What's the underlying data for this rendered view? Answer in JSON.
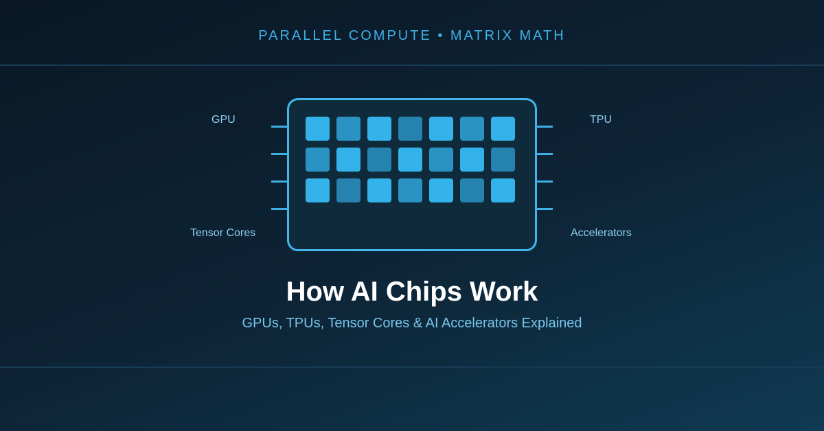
{
  "header": {
    "tagline": "PARALLEL COMPUTE • MATRIX MATH"
  },
  "chip_labels": {
    "top_left": "GPU",
    "top_right": "TPU",
    "bottom_left": "Tensor Cores",
    "bottom_right": "Accelerators"
  },
  "title": {
    "main": "How AI Chips Work",
    "subtitle": "GPUs, TPUs, Tensor Cores & AI Accelerators Explained"
  },
  "colors": {
    "accent": "#42b6ec",
    "cell_light": "#34b2ea",
    "cell_mid": "#2a93c4",
    "cell_dark": "#2682ae",
    "background_dark": "#0a1826",
    "background_light": "#0f3a52"
  }
}
